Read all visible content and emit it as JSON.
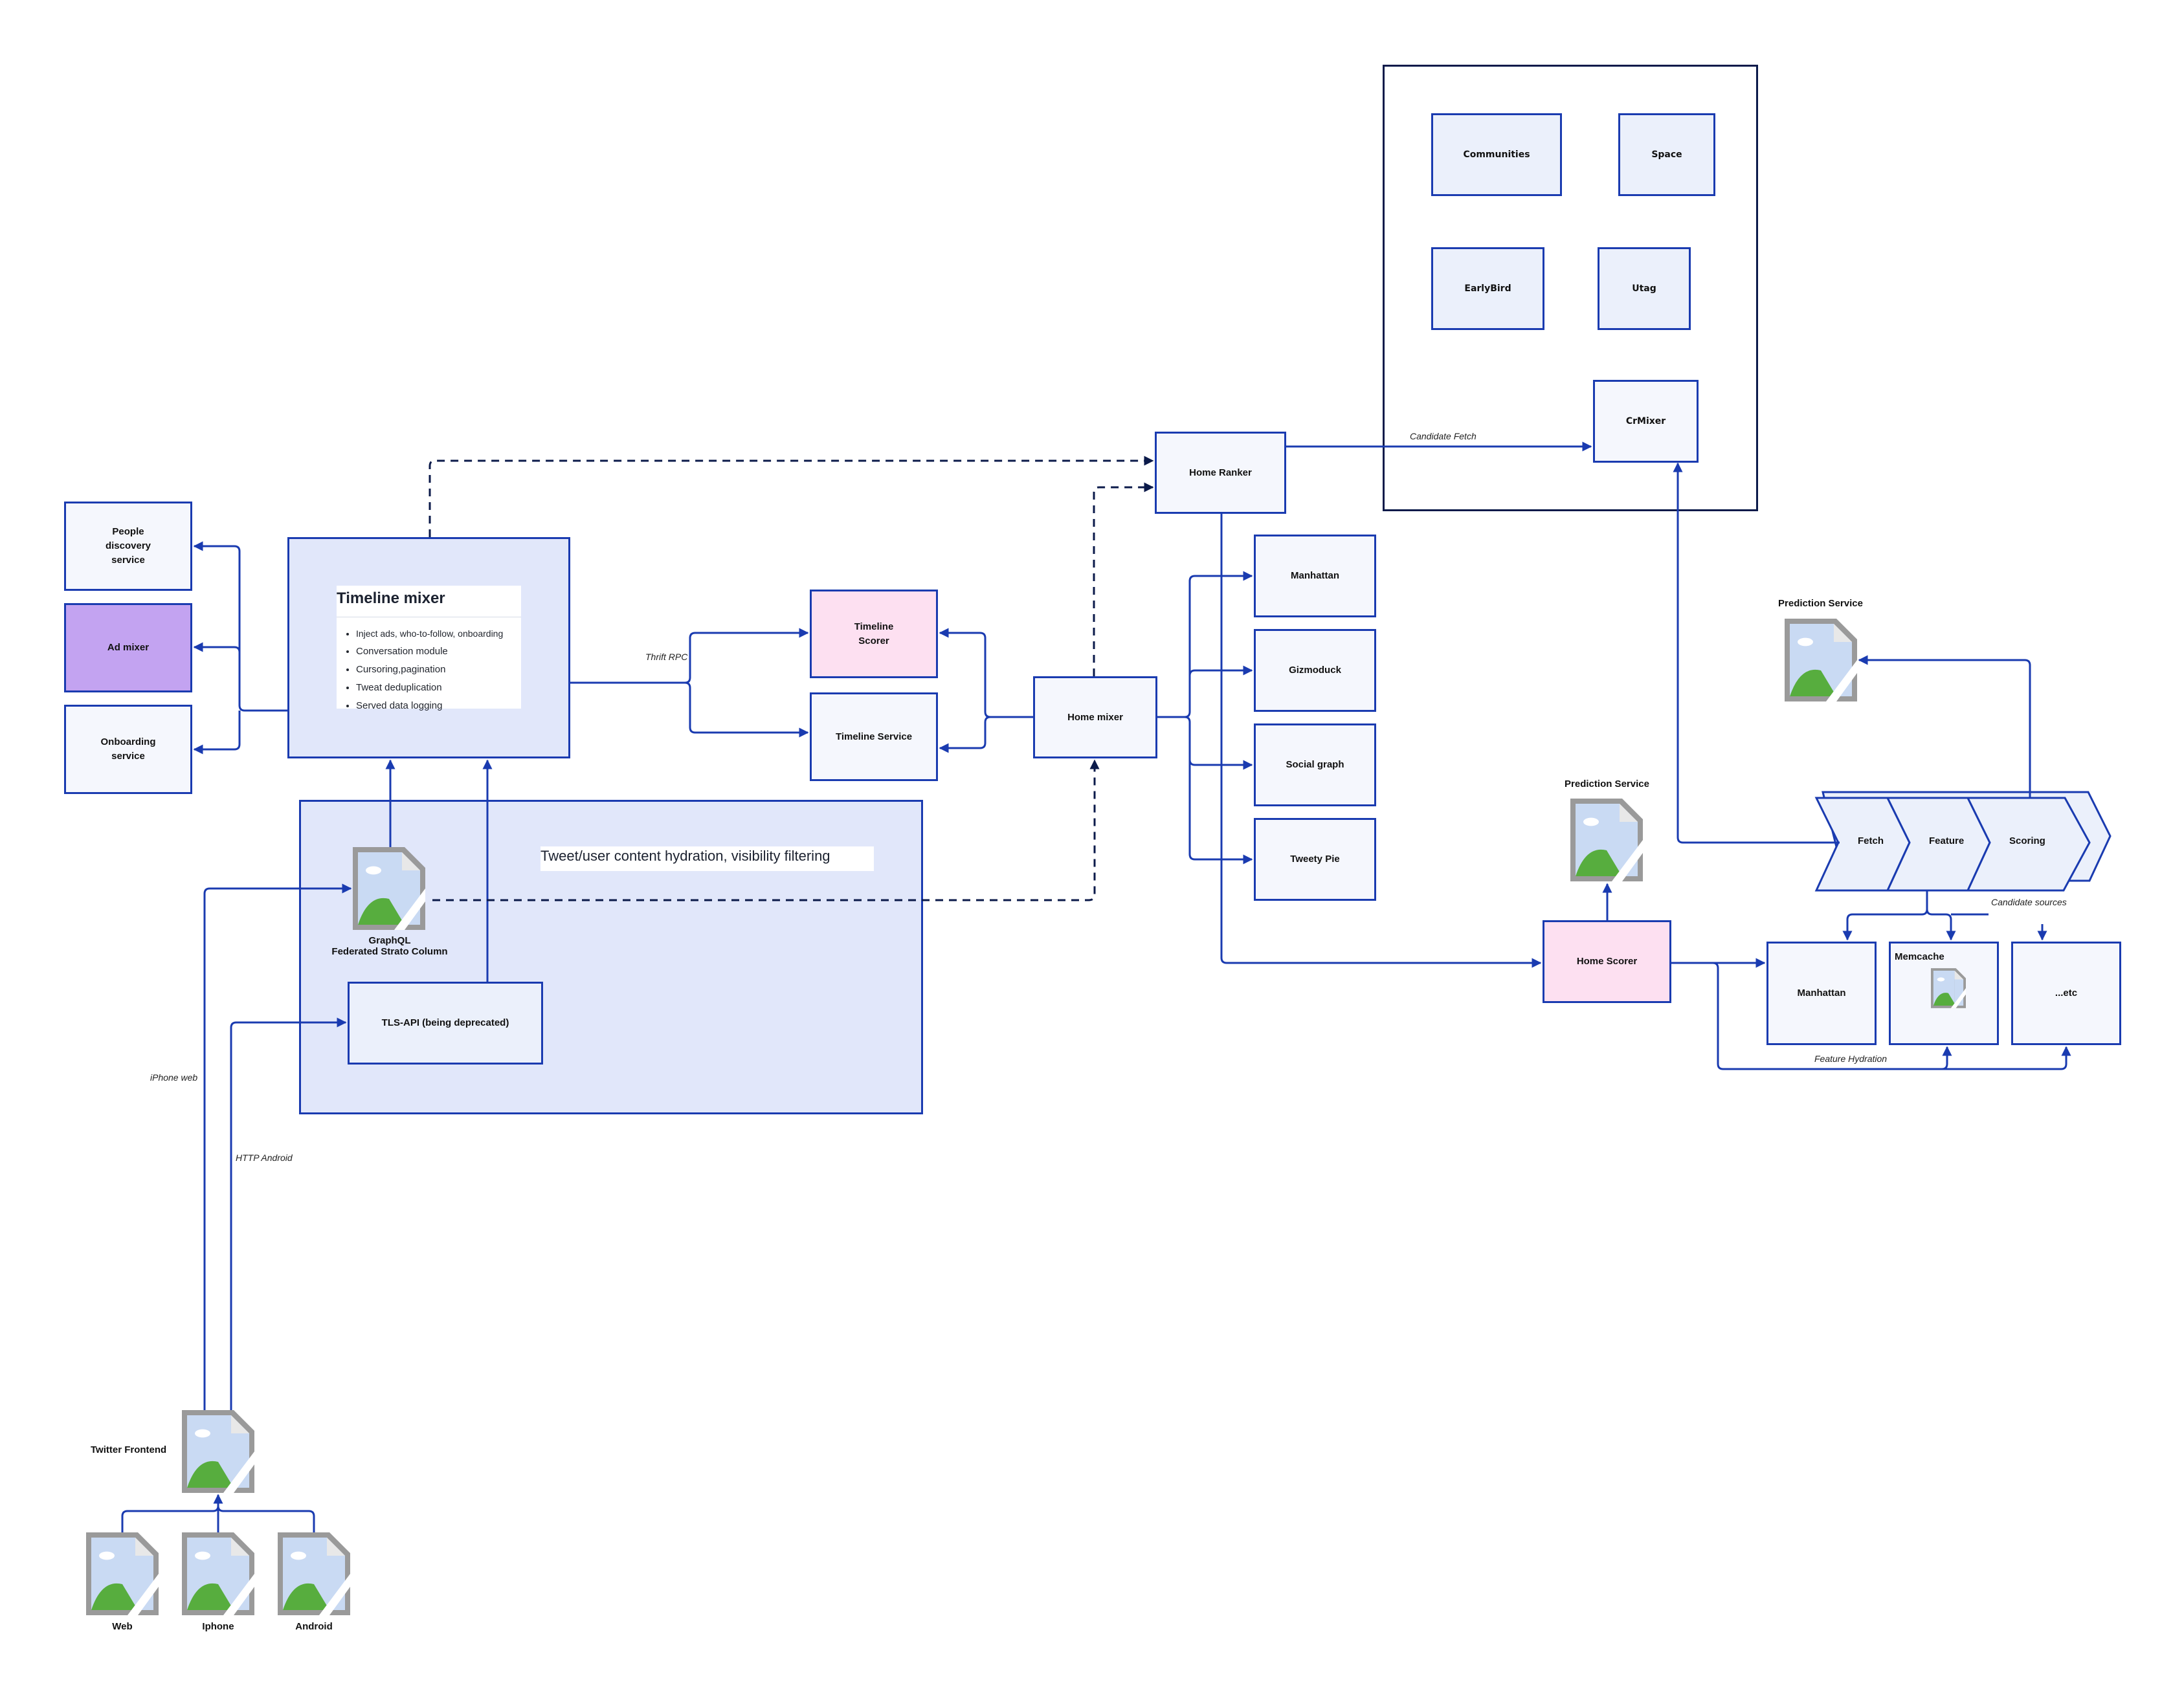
{
  "diagram": {
    "left_services": [
      {
        "id": "people-discovery",
        "label": "People discovery service"
      },
      {
        "id": "ad-mixer",
        "label": "Ad mixer"
      },
      {
        "id": "onboarding",
        "label": "Onboarding service"
      }
    ],
    "timeline_mixer": {
      "title": "Timeline mixer",
      "bullets": [
        "Inject ads, who-to-follow, onboarding",
        "Conversation module",
        "Cursoring,pagination",
        "Tweat deduplication",
        "Served data logging"
      ]
    },
    "hydration_group": {
      "caption": "Tweet/user content hydration, visibility filtering",
      "graphql_label_line1": "GraphQL",
      "graphql_label_line2": "Federated Strato Column",
      "tls_api": "TLS-API (being deprecated)"
    },
    "edge_labels": {
      "thrift_rpc": "Thrift RPC",
      "candidate_fetch": "Candidate Fetch",
      "iphone_web": "iPhone web",
      "http_android": "HTTP Android",
      "candidate_sources": "Candidate sources",
      "feature_hydration": "Feature Hydration"
    },
    "timeline_scorer": "Timeline Scorer",
    "timeline_service": "Timeline Service",
    "home_mixer": "Home mixer",
    "home_ranker": "Home Ranker",
    "home_mixer_deps": [
      "Manhattan",
      "Gizmoduck",
      "Social graph",
      "Tweety Pie"
    ],
    "candidate_group": {
      "items": [
        "Communities",
        "Space",
        "EarlyBird",
        "Utag"
      ],
      "crmixer": "CrMixer"
    },
    "home_scorer": "Home Scorer",
    "prediction_service_left": "Prediction Service",
    "prediction_service_right": "Prediction Service",
    "pipeline_stages": [
      "Fetch",
      "Feature",
      "Scoring"
    ],
    "candidate_sources": {
      "manhattan": "Manhattan",
      "memcache": "Memcache",
      "etc": "...etc"
    },
    "frontend": {
      "label": "Twitter Frontend",
      "clients": [
        "Web",
        "Iphone",
        "Android"
      ]
    },
    "colors": {
      "line": "#1a3bb0",
      "dashed": "#0b1a4a",
      "group_fill": "#e1e7fa",
      "scorer_fill": "#fde0f1",
      "ad_mixer_fill": "#c3a3f1"
    }
  }
}
